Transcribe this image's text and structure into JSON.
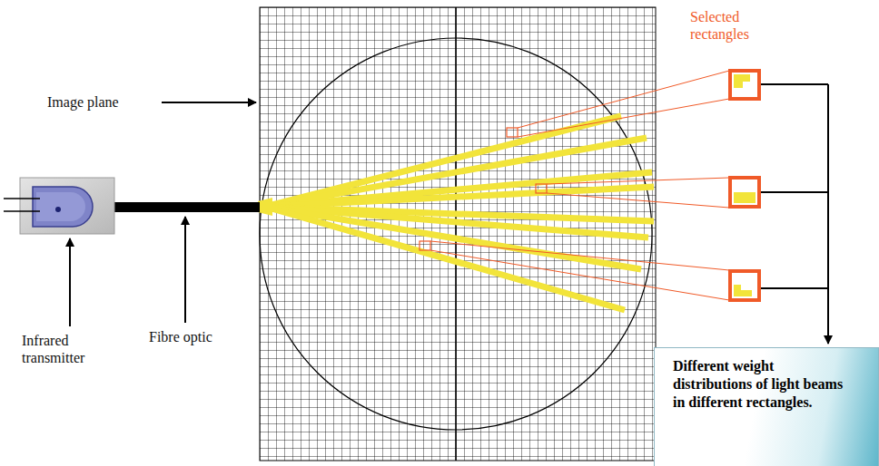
{
  "diagram": {
    "nodes": [
      {
        "text": [
          "Different weight distributions of light beams in different rectangles."
        ]
      }
    ],
    "labels": [
      "Selected rectangles",
      "Image plane",
      "Infrared transmitter",
      "Fibre optic"
    ]
  }
}
